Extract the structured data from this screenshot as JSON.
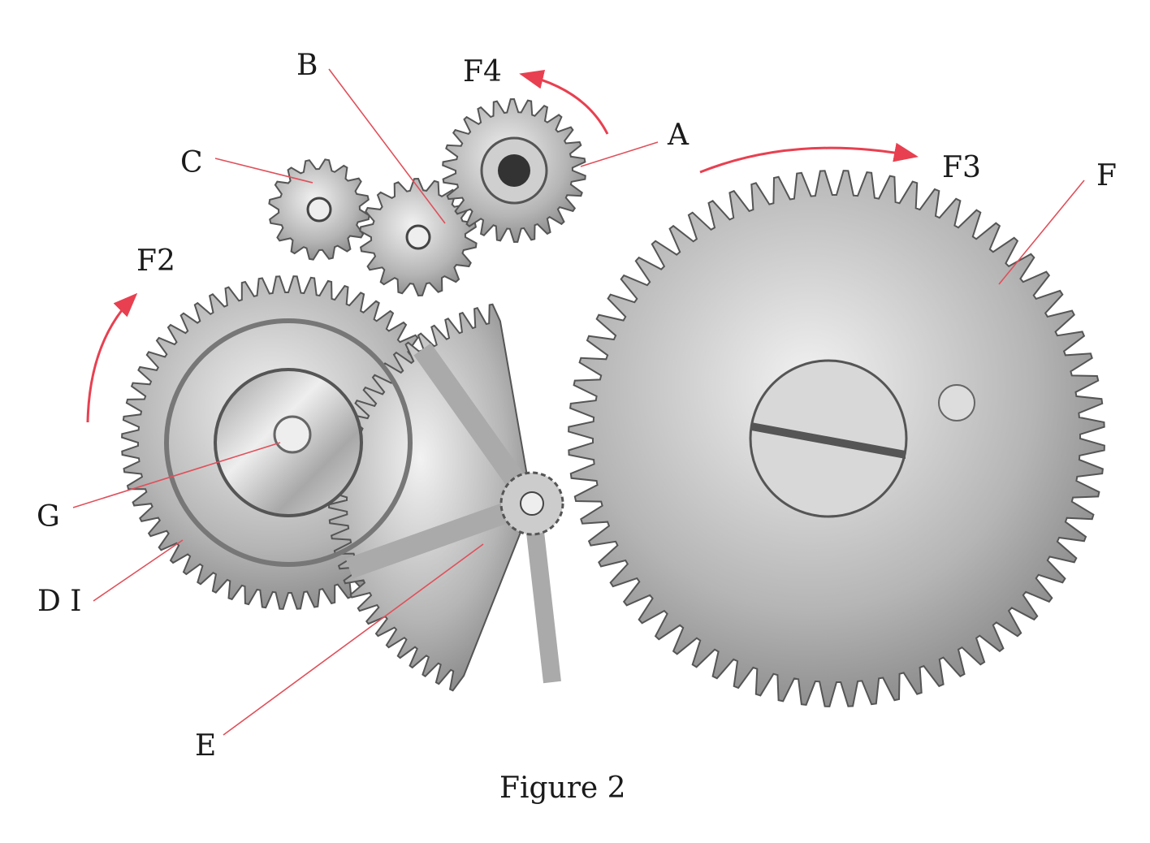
{
  "figure": {
    "caption": "Figure 2",
    "labels": {
      "A": "A",
      "B": "B",
      "C": "C",
      "D": "D I",
      "E": "E",
      "F": "F",
      "G": "G",
      "F2": "F2",
      "F3": "F3",
      "F4": "F4"
    },
    "colors": {
      "leader": "#e0505a",
      "arrow": "#e84050",
      "metal": "#b8b8b8"
    }
  }
}
